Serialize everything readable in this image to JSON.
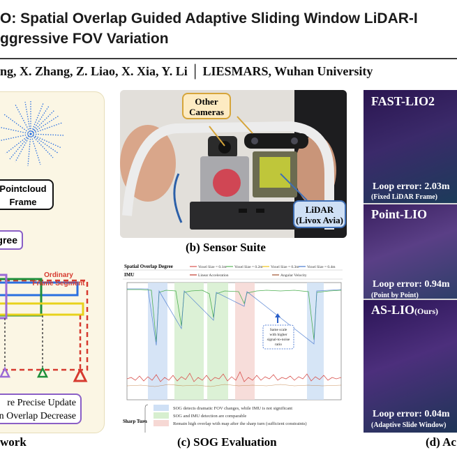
{
  "header": {
    "title_line1": "O: Spatial Overlap Guided Adaptive Sliding Window LiDAR-I",
    "title_line2": "ggressive FOV Variation",
    "authors": "ng, X. Zhang, Z. Liao, X. Xia, Y. Li  │  LIESMARS, Wuhan University"
  },
  "panel_a": {
    "pointcloud_label": "Pointcloud\nFrame",
    "degree_label": "egree",
    "ordinary_label": "Ordinary\nFrame Segment",
    "precise_label": "re Precise Update\nn Overlap Decrease",
    "caption": "work"
  },
  "panel_b": {
    "cameras_label": "Other\nCameras",
    "lidar_label": "LiDAR\n(Livox Avia)",
    "caption": "(b) Sensor Suite"
  },
  "panel_c": {
    "caption": "(c) SOG Evaluation",
    "sog_title": "Spatial Overlap Degree",
    "imu_title": "IMU",
    "legend_sog": [
      "Voxel Size = 0.1m",
      "Voxel Size = 0.2m",
      "Voxel Size = 0.3m",
      "Voxel Size = 0.4m"
    ],
    "legend_imu": [
      "Linear Acceleration",
      "Angular Velocity"
    ],
    "annotation": "Same scale\nwith higher\nsignal-to-noise\nratio",
    "sharp_turn": "Sharp Turn",
    "notes": [
      "SOG detects dramatic FOV changes, while IMU is not significant",
      "SOG and IMU detection are comparable",
      "Remain high overlap with map after the sharp turn (sufficient constraints)"
    ],
    "colors": {
      "voxel_01": "#d9534f",
      "voxel_02": "#5cb85c",
      "voxel_03": "#f0c419",
      "voxel_04": "#4a7bd0",
      "blue_band": "#cfe0f5",
      "green_band": "#d7efcf",
      "red_band": "#f6d8d4"
    }
  },
  "panel_d": {
    "caption": "(d) Ac",
    "tiles": [
      {
        "name": "FAST-LIO2",
        "error": "Loop error: 2.03m",
        "sub": "(Fixed LiDAR Frame)"
      },
      {
        "name": "Point-LIO",
        "error": "Loop error: 0.94m",
        "sub": "(Point by Point)"
      },
      {
        "name": "AS-LIO",
        "name_suffix": "(Ours)",
        "error": "Loop error: 0.04m",
        "sub": "(Adaptive Slide Window)"
      }
    ]
  }
}
